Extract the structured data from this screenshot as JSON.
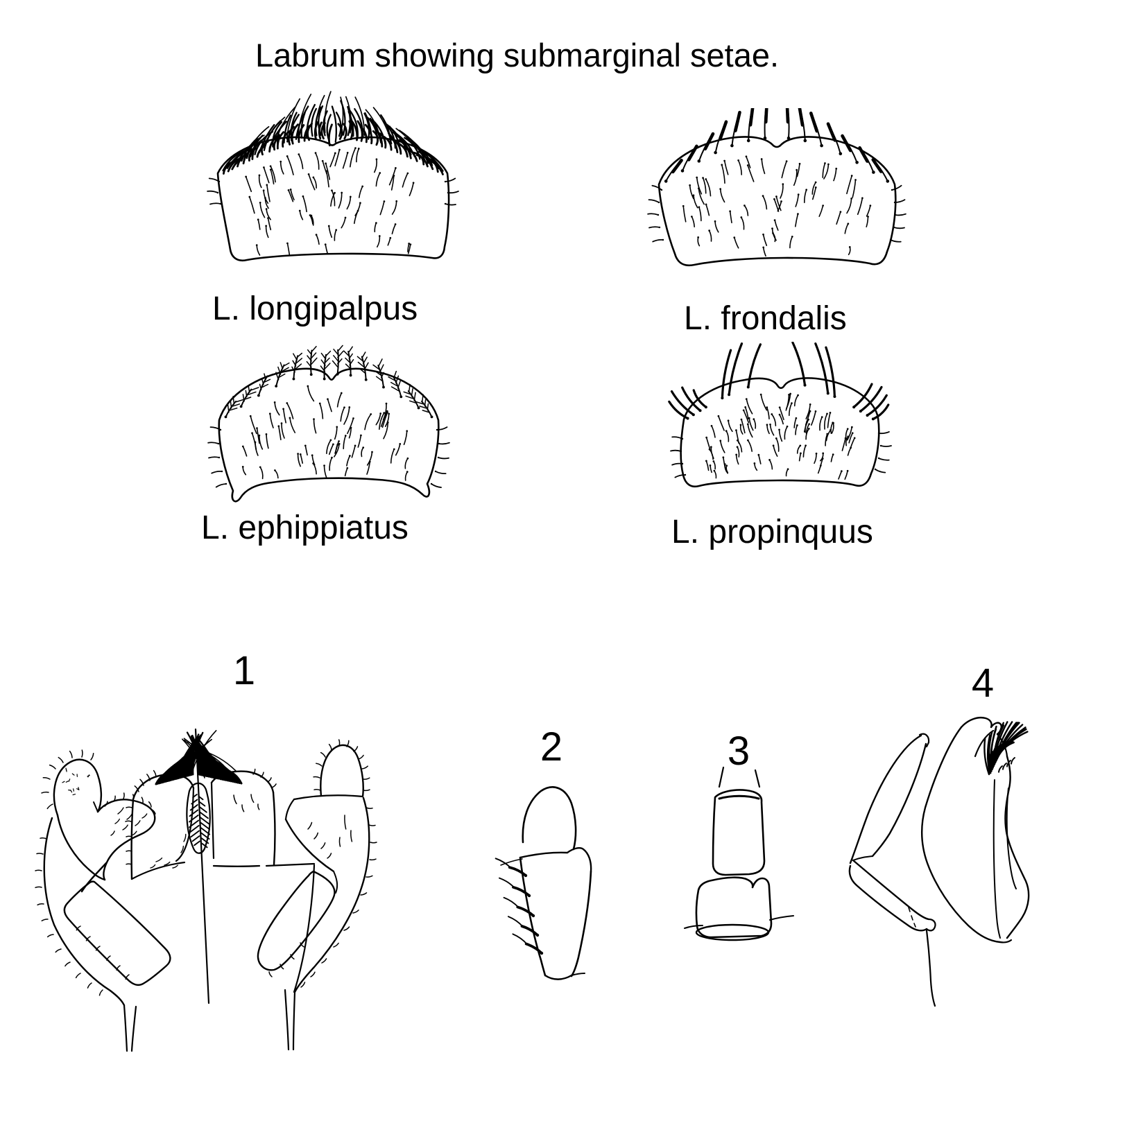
{
  "title": "Labrum showing submarginal setae.",
  "labrum_panels": {
    "longipalpus": {
      "label": "L. longipalpus"
    },
    "frondalis": {
      "label": "L. frondalis"
    },
    "ephippiatus": {
      "label": "L. ephippiatus"
    },
    "propinquus": {
      "label": "L. propinquus"
    }
  },
  "mouthpart_figures": {
    "fig1": {
      "number": "1"
    },
    "fig2": {
      "number": "2"
    },
    "fig3": {
      "number": "3"
    },
    "fig4": {
      "number": "4"
    }
  },
  "ink_color": "#000000",
  "background_color": "#ffffff"
}
